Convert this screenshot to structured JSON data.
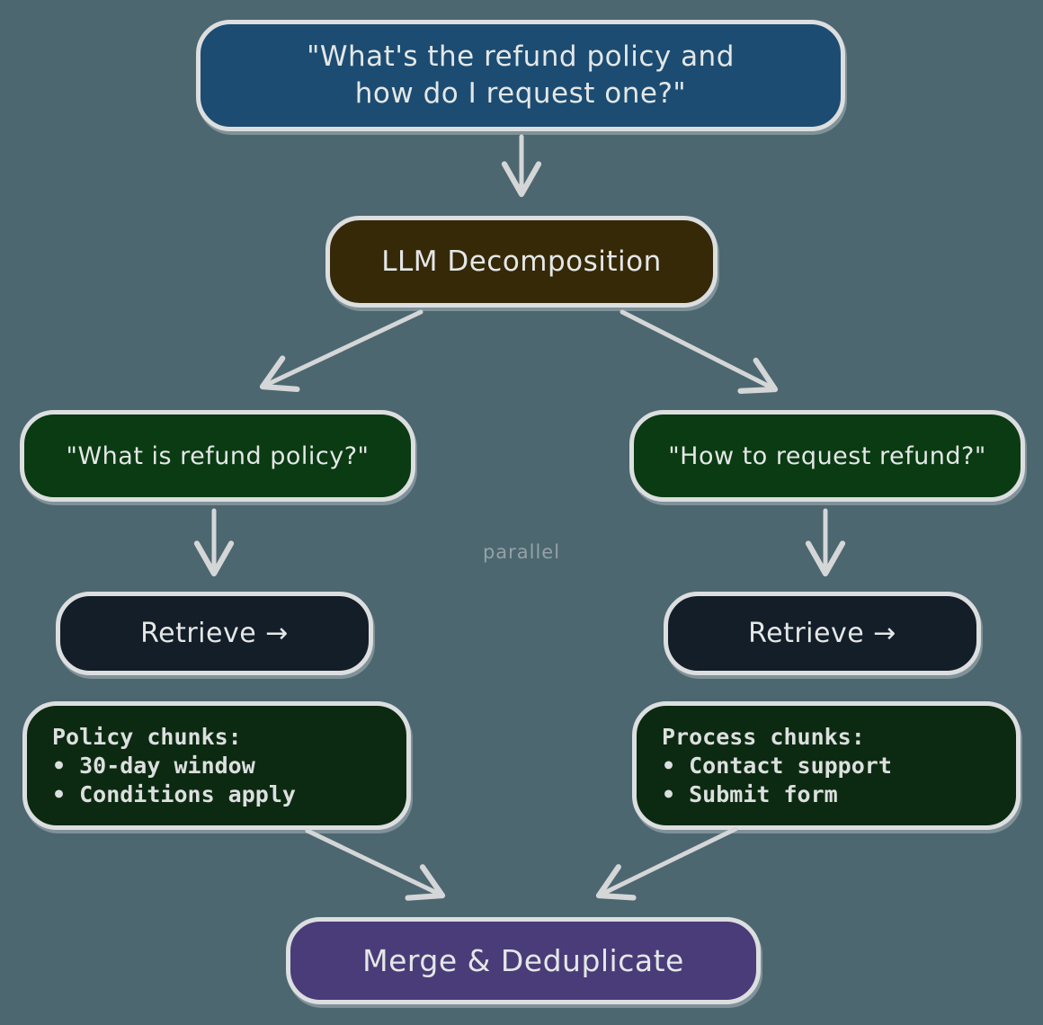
{
  "diagram": {
    "background": "#4C6770",
    "border_color": "#DCDEDF",
    "arrow_color": "#D4D6D7",
    "text_color": "#E4E7E7",
    "parallel_label": "parallel",
    "nodes": {
      "user_query": {
        "lines": [
          "\"What's the refund policy and",
          "how do I request one?\""
        ],
        "fill": "#1C4C72"
      },
      "llm_decomposition": {
        "label": "LLM Decomposition",
        "fill": "#362907"
      },
      "sub_query_policy": {
        "label": "\"What is refund policy?\"",
        "fill": "#0A3B12"
      },
      "sub_query_request": {
        "label": "\"How to request refund?\"",
        "fill": "#0A3B12"
      },
      "retrieve_left": {
        "label": "Retrieve →",
        "fill": "#141E28"
      },
      "retrieve_right": {
        "label": "Retrieve →",
        "fill": "#141E28"
      },
      "chunks_policy": {
        "title": "Policy chunks:",
        "items": [
          "• 30-day window",
          "• Conditions apply"
        ],
        "fill": "#0C2A11"
      },
      "chunks_process": {
        "title": "Process chunks:",
        "items": [
          "• Contact support",
          "• Submit form"
        ],
        "fill": "#0C2A11"
      },
      "merge": {
        "label": "Merge & Deduplicate",
        "fill": "#4A3C78"
      }
    }
  }
}
